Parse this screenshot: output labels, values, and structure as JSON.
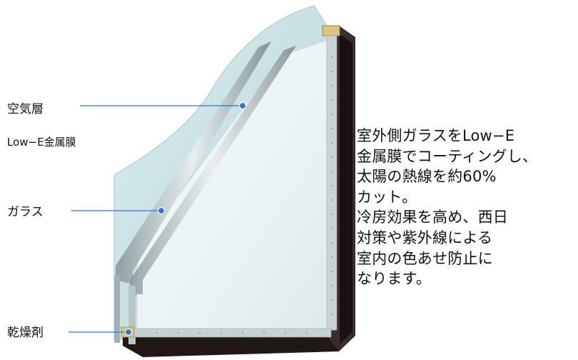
{
  "labels": {
    "air_layer": "空気層",
    "lowe_film": "Low−E金属膜",
    "glass": "ガラス",
    "desiccant": "乾燥剤"
  },
  "description": {
    "lines": [
      "室外側ガラスをLow−E",
      "金属膜でコーティングし、",
      "太陽の熱線を約60%",
      "カット。",
      "冷房効果を高め、西日",
      "対策や紫外線による",
      "室内の色あせ防止に",
      "なります。"
    ]
  },
  "colors": {
    "leader_line": "#2f6fde",
    "outer_glass": "#cfe4e7",
    "inner_glass": "#eef5f7",
    "frame_dark": "#1a1212",
    "spacer": "#b9b2a4",
    "desiccant": "#e2c27a"
  }
}
